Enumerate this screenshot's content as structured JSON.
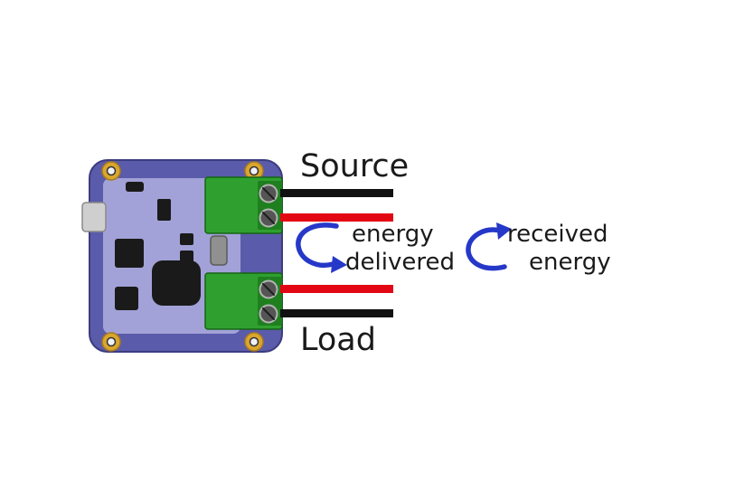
{
  "diagram": {
    "source_label": "Source",
    "load_label": "Load",
    "energy_delivered_line1": "energy",
    "energy_delivered_line2": "delivered",
    "received_energy_line1": "received",
    "received_energy_line2": "energy"
  },
  "wires": {
    "source": [
      "black",
      "red"
    ],
    "load": [
      "red",
      "black"
    ]
  },
  "colors": {
    "background": "#ffffff",
    "board_outer": "#5b5bab",
    "board_inner": "#a2a2d8",
    "board_edge": "#3c3c80",
    "terminal_green": "#2fa02f",
    "terminal_green_dark": "#1f7f1f",
    "screw_gray": "#555555",
    "screw_ring": "#b5b5b5",
    "wire_red": "#e30613",
    "wire_black": "#111111",
    "arrow_blue": "#2638c8",
    "hole_gold": "#d9a62e",
    "hole_center": "#f0f0f5",
    "chip_black": "#1a1a1a",
    "text_black": "#1a1a1a"
  }
}
